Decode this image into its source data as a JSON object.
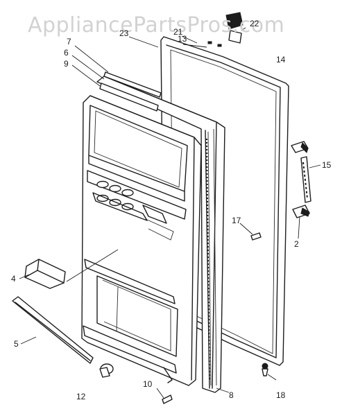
{
  "watermark": "AppliancePartsPros.com",
  "callouts": [
    "23",
    "21",
    "13",
    "22",
    "7",
    "6",
    "9",
    "14",
    "15",
    "17",
    "2",
    "4",
    "5",
    "12",
    "10",
    "8",
    "18"
  ],
  "colors": {
    "ink": "#1c1c1c",
    "watermark": "#d2d2d2",
    "background": "#ffffff"
  }
}
